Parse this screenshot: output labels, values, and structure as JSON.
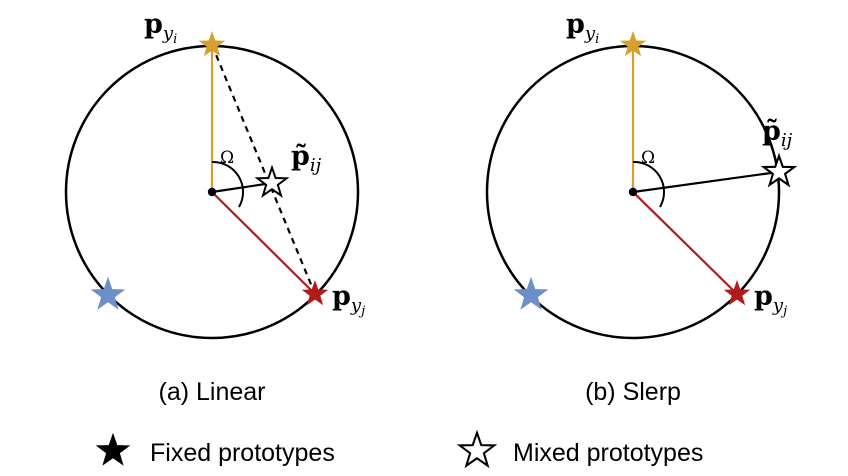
{
  "panels": [
    {
      "caption": "(a) Linear",
      "labels": {
        "p_yi": {
          "main": "p",
          "sub": "y",
          "subsub": "i"
        },
        "p_yj": {
          "main": "p",
          "sub": "y",
          "subsub": "j"
        },
        "p_mix": {
          "main": "p̃",
          "sub": "ij"
        },
        "angle": "Ω"
      }
    },
    {
      "caption": "(b) Slerp",
      "labels": {
        "p_yi": {
          "main": "p",
          "sub": "y",
          "subsub": "i"
        },
        "p_yj": {
          "main": "p",
          "sub": "y",
          "subsub": "j"
        },
        "p_mix": {
          "main": "p̃",
          "sub": "ij"
        },
        "angle": "Ω"
      }
    }
  ],
  "legend": {
    "fixed": "Fixed prototypes",
    "mixed": "Mixed prototypes"
  },
  "colors": {
    "prototype_i": "#D6A02A",
    "prototype_j": "#B01C1C",
    "prototype_other": "#6B8FC9",
    "outline": "#000000"
  },
  "icons": {
    "fixed": "filled-star-icon",
    "mixed": "outlined-star-icon"
  }
}
